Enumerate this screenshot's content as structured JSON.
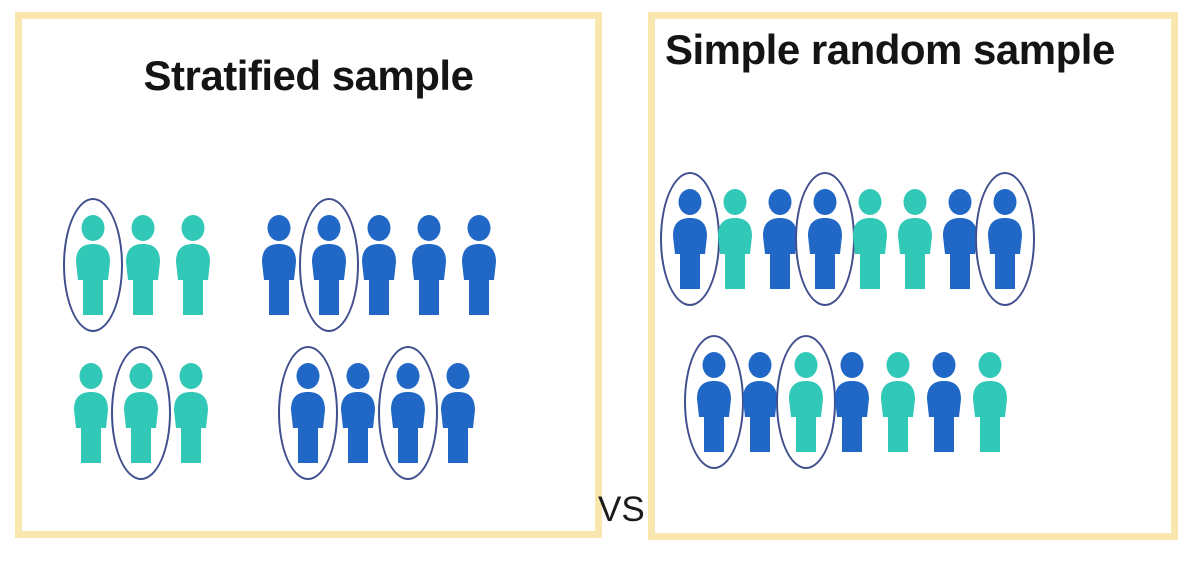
{
  "vs_label": "VS",
  "colors": {
    "teal": "#32C8B7",
    "blue": "#2067C6",
    "ellipse_stroke": "#414F8E",
    "panel_border": "#FAE6AF",
    "panel_background": "#FFFFFF",
    "title_text": "#141414",
    "vs_text": "#1B1B1B"
  },
  "panels": [
    {
      "id": "stratified",
      "title": "Stratified sample",
      "rows": [
        {
          "groups": [
            {
              "people": [
                {
                  "color": "teal",
                  "circled": true
                },
                {
                  "color": "teal",
                  "circled": false
                },
                {
                  "color": "teal",
                  "circled": false
                }
              ]
            },
            {
              "people": [
                {
                  "color": "blue",
                  "circled": false
                },
                {
                  "color": "blue",
                  "circled": true
                },
                {
                  "color": "blue",
                  "circled": false
                },
                {
                  "color": "blue",
                  "circled": false
                },
                {
                  "color": "blue",
                  "circled": false
                }
              ]
            }
          ]
        },
        {
          "groups": [
            {
              "people": [
                {
                  "color": "teal",
                  "circled": false
                },
                {
                  "color": "teal",
                  "circled": true
                },
                {
                  "color": "teal",
                  "circled": false
                }
              ]
            },
            {
              "people": [
                {
                  "color": "blue",
                  "circled": true
                },
                {
                  "color": "blue",
                  "circled": false
                },
                {
                  "color": "blue",
                  "circled": true
                },
                {
                  "color": "blue",
                  "circled": false
                }
              ]
            }
          ]
        }
      ]
    },
    {
      "id": "simple-random",
      "title": "Simple random sample",
      "rows": [
        {
          "groups": [
            {
              "people": [
                {
                  "color": "blue",
                  "circled": true
                },
                {
                  "color": "teal",
                  "circled": false
                },
                {
                  "color": "blue",
                  "circled": false
                },
                {
                  "color": "blue",
                  "circled": true
                },
                {
                  "color": "teal",
                  "circled": false
                },
                {
                  "color": "teal",
                  "circled": false
                },
                {
                  "color": "blue",
                  "circled": false
                },
                {
                  "color": "blue",
                  "circled": true
                }
              ]
            }
          ]
        },
        {
          "groups": [
            {
              "people": [
                {
                  "color": "blue",
                  "circled": true
                },
                {
                  "color": "blue",
                  "circled": false
                },
                {
                  "color": "teal",
                  "circled": true
                },
                {
                  "color": "blue",
                  "circled": false
                },
                {
                  "color": "teal",
                  "circled": false
                },
                {
                  "color": "blue",
                  "circled": false
                },
                {
                  "color": "teal",
                  "circled": false
                }
              ]
            }
          ]
        }
      ]
    }
  ]
}
